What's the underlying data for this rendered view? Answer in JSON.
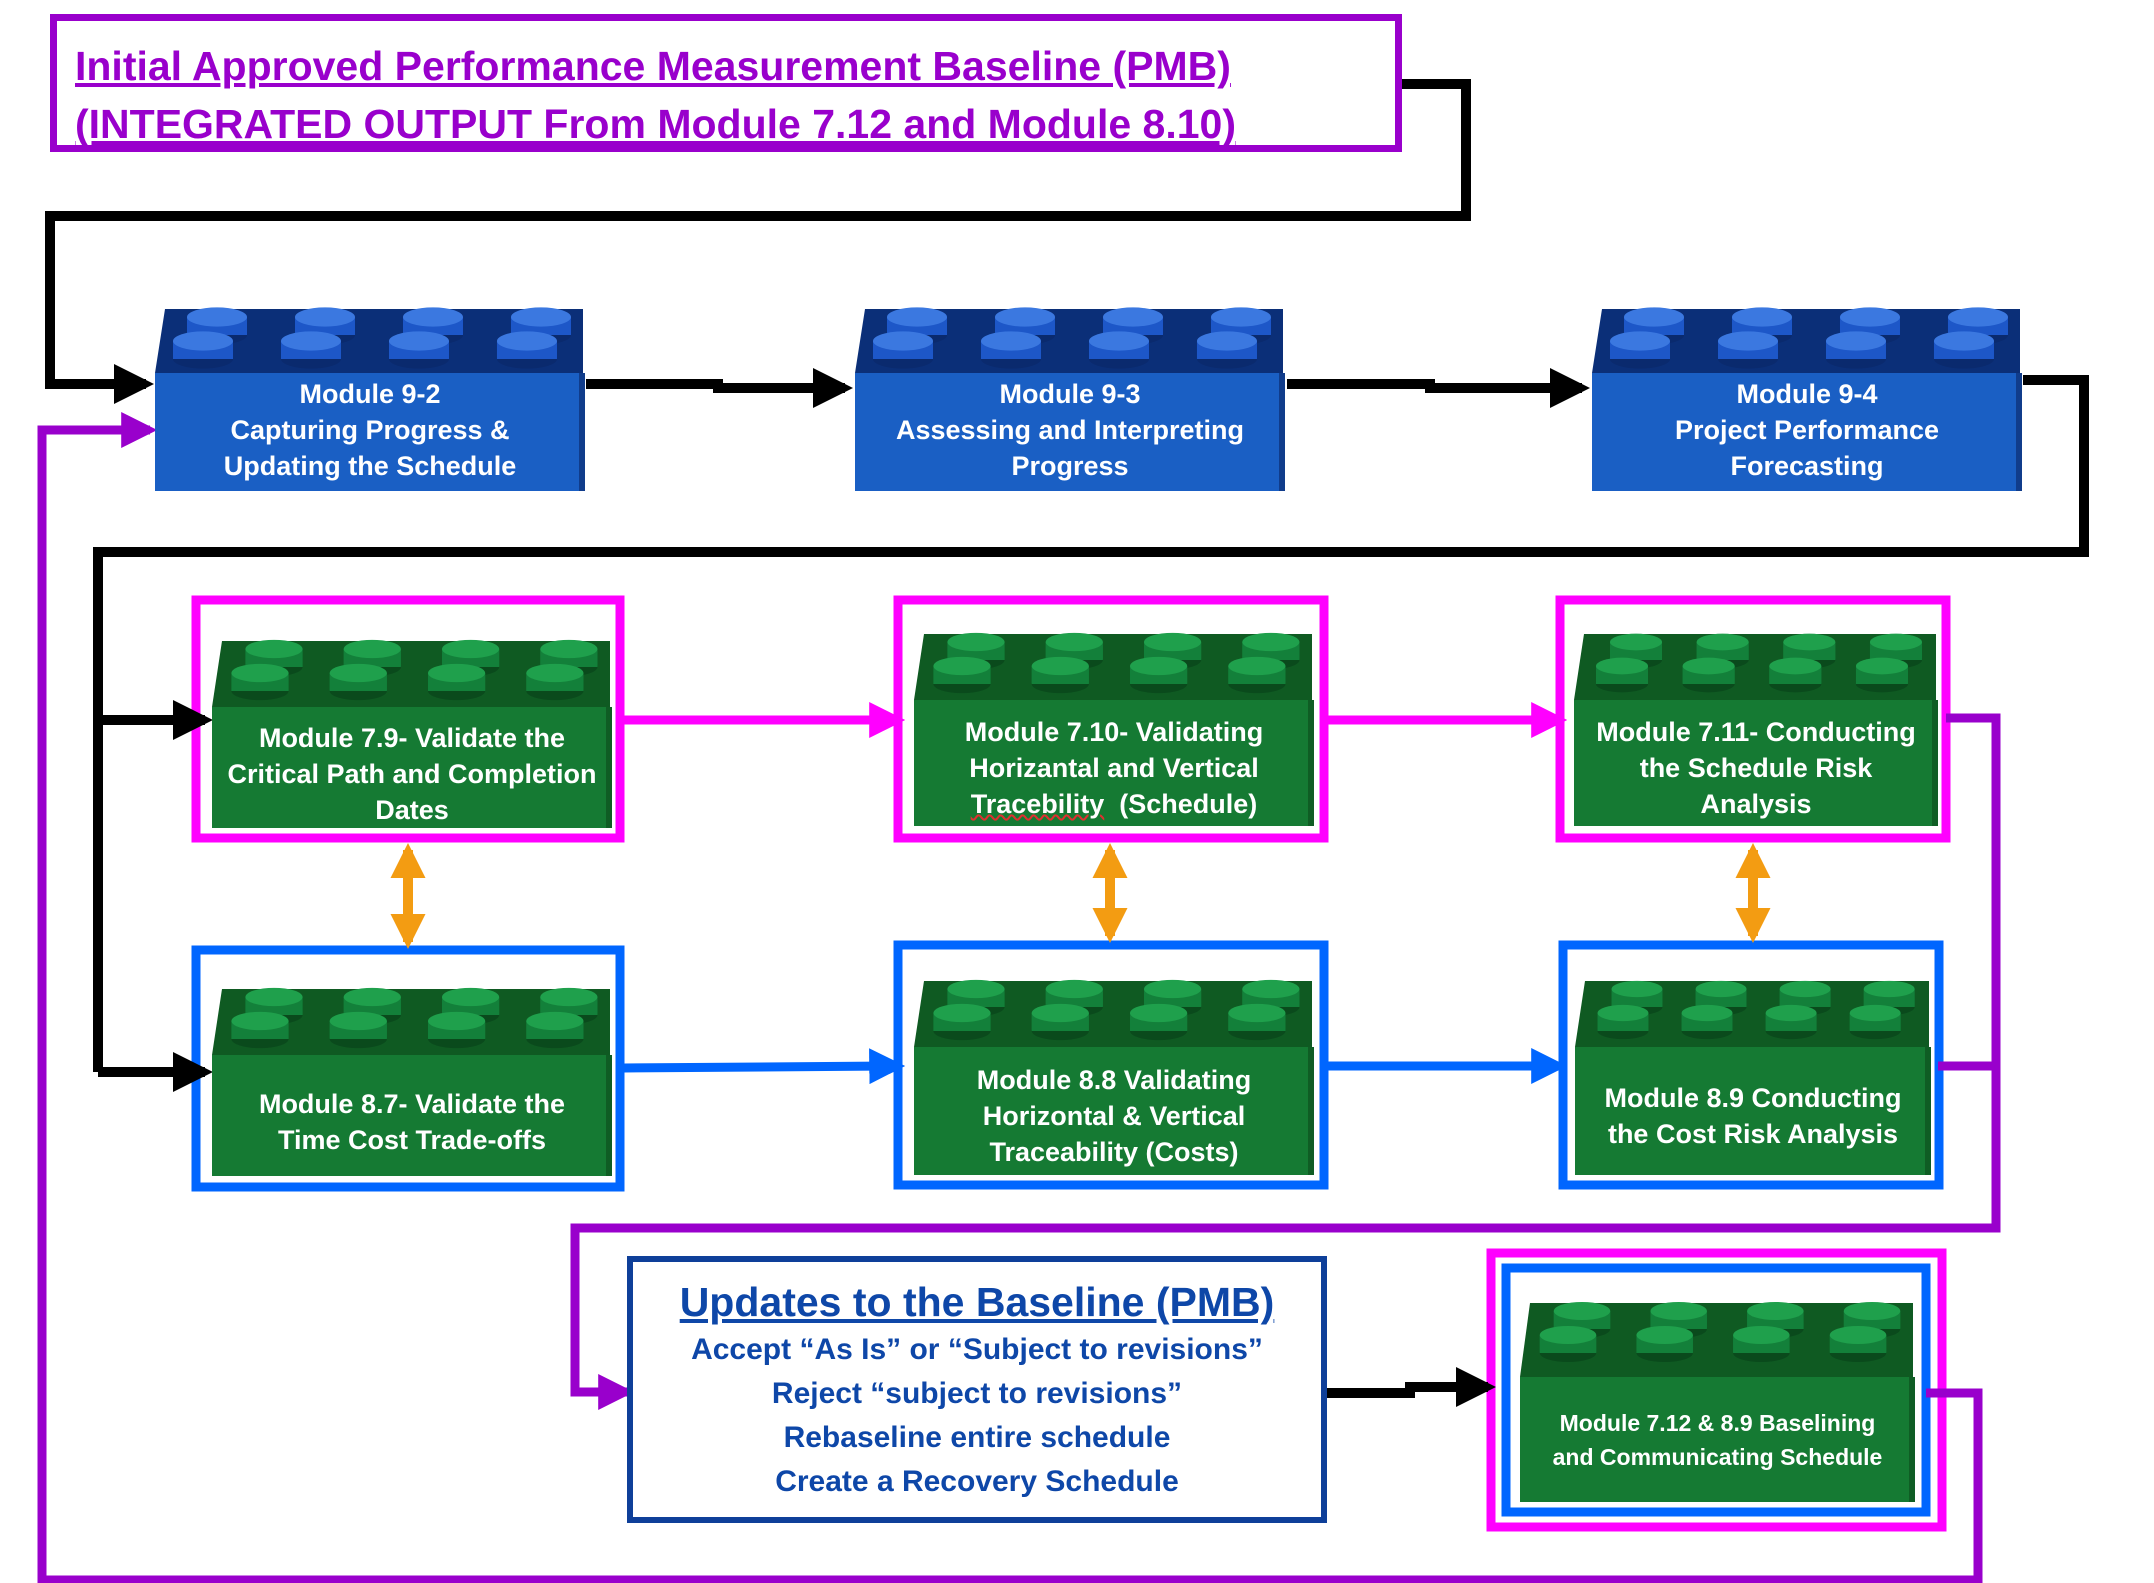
{
  "title": {
    "line1": "Initial Approved Performance Measurement Baseline (PMB)",
    "line2": "(INTEGRATED OUTPUT From Module 7.12 and Module 8.10)"
  },
  "colors": {
    "flow_arrow": "#000000",
    "feedback_arrow": "#9900cc",
    "schedule_path": "#ff00ff",
    "cost_path": "#0066ff",
    "link_arrow": "#f39c12",
    "blue_brick": "#1a5fc4",
    "green_brick": "#157a33"
  },
  "modules": {
    "m92": {
      "lines": [
        "Module 9-2",
        "Capturing Progress &",
        "Updating the Schedule"
      ]
    },
    "m93": {
      "lines": [
        "Module 9-3",
        "Assessing and Interpreting",
        "Progress"
      ]
    },
    "m94": {
      "lines": [
        "Module 9-4",
        "Project Performance",
        "Forecasting"
      ]
    },
    "m79": {
      "lines": [
        "Module 7.9- Validate the",
        "Critical Path and Completion",
        "Dates"
      ]
    },
    "m710": {
      "line1": "Module 7.10- Validating",
      "line2": "Horizantal and Vertical",
      "line3a": "Tracebility",
      "line3b": "  (Schedule)"
    },
    "m711": {
      "lines": [
        "Module 7.11- Conducting",
        "the Schedule Risk",
        "Analysis"
      ]
    },
    "m87": {
      "lines": [
        "Module 8.7- Validate the",
        "Time Cost Trade-offs"
      ]
    },
    "m88": {
      "lines": [
        "Module 8.8 Validating",
        "Horizontal & Vertical",
        "Traceability (Costs)"
      ]
    },
    "m89": {
      "lines": [
        "Module 8.9 Conducting",
        "the Cost Risk Analysis"
      ]
    },
    "m712": {
      "lines": [
        "Module 7.12 & 8.9 Baselining",
        "and Communicating Schedule"
      ]
    }
  },
  "updates": {
    "title": "Updates to the Baseline (PMB)",
    "items": [
      "Accept “As Is” or “Subject to revisions”",
      "Reject “subject to revisions”",
      "Rebaseline entire schedule",
      "Create a Recovery Schedule"
    ]
  }
}
